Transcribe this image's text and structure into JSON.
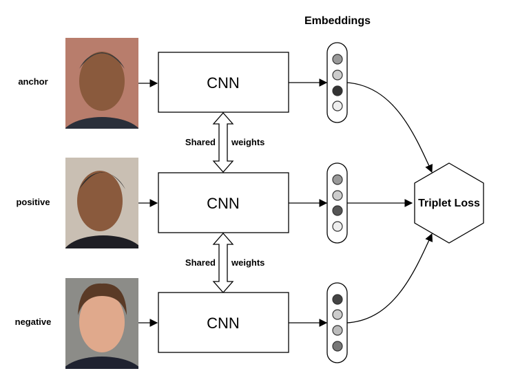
{
  "title": "Embeddings",
  "rows": [
    {
      "label": "anchor",
      "cnn": "CNN",
      "embedding": [
        "#999999",
        "#cccccc",
        "#333333",
        "#eeeeee"
      ],
      "photo_tones": {
        "bg": "#b87d6c",
        "skin": "#8a5a3d",
        "hair": "#3a3a3a",
        "suit": "#2a2f3a"
      }
    },
    {
      "label": "positive",
      "cnn": "CNN",
      "embedding": [
        "#999999",
        "#cccccc",
        "#555555",
        "#eeeeee"
      ],
      "photo_tones": {
        "bg": "#c9bfb3",
        "skin": "#8a5a3d",
        "hair": "#2c2c2c",
        "suit": "#1e1e24"
      }
    },
    {
      "label": "negative",
      "cnn": "CNN",
      "embedding": [
        "#444444",
        "#cccccc",
        "#bbbbbb",
        "#777777"
      ],
      "photo_tones": {
        "bg": "#8c8c88",
        "skin": "#e0a98c",
        "hair": "#5a3a26",
        "suit": "#1f2230"
      }
    }
  ],
  "shared": [
    {
      "left": "Shared",
      "right": "weights"
    },
    {
      "left": "Shared",
      "right": "weights"
    }
  ],
  "loss_label": "Triplet Loss"
}
